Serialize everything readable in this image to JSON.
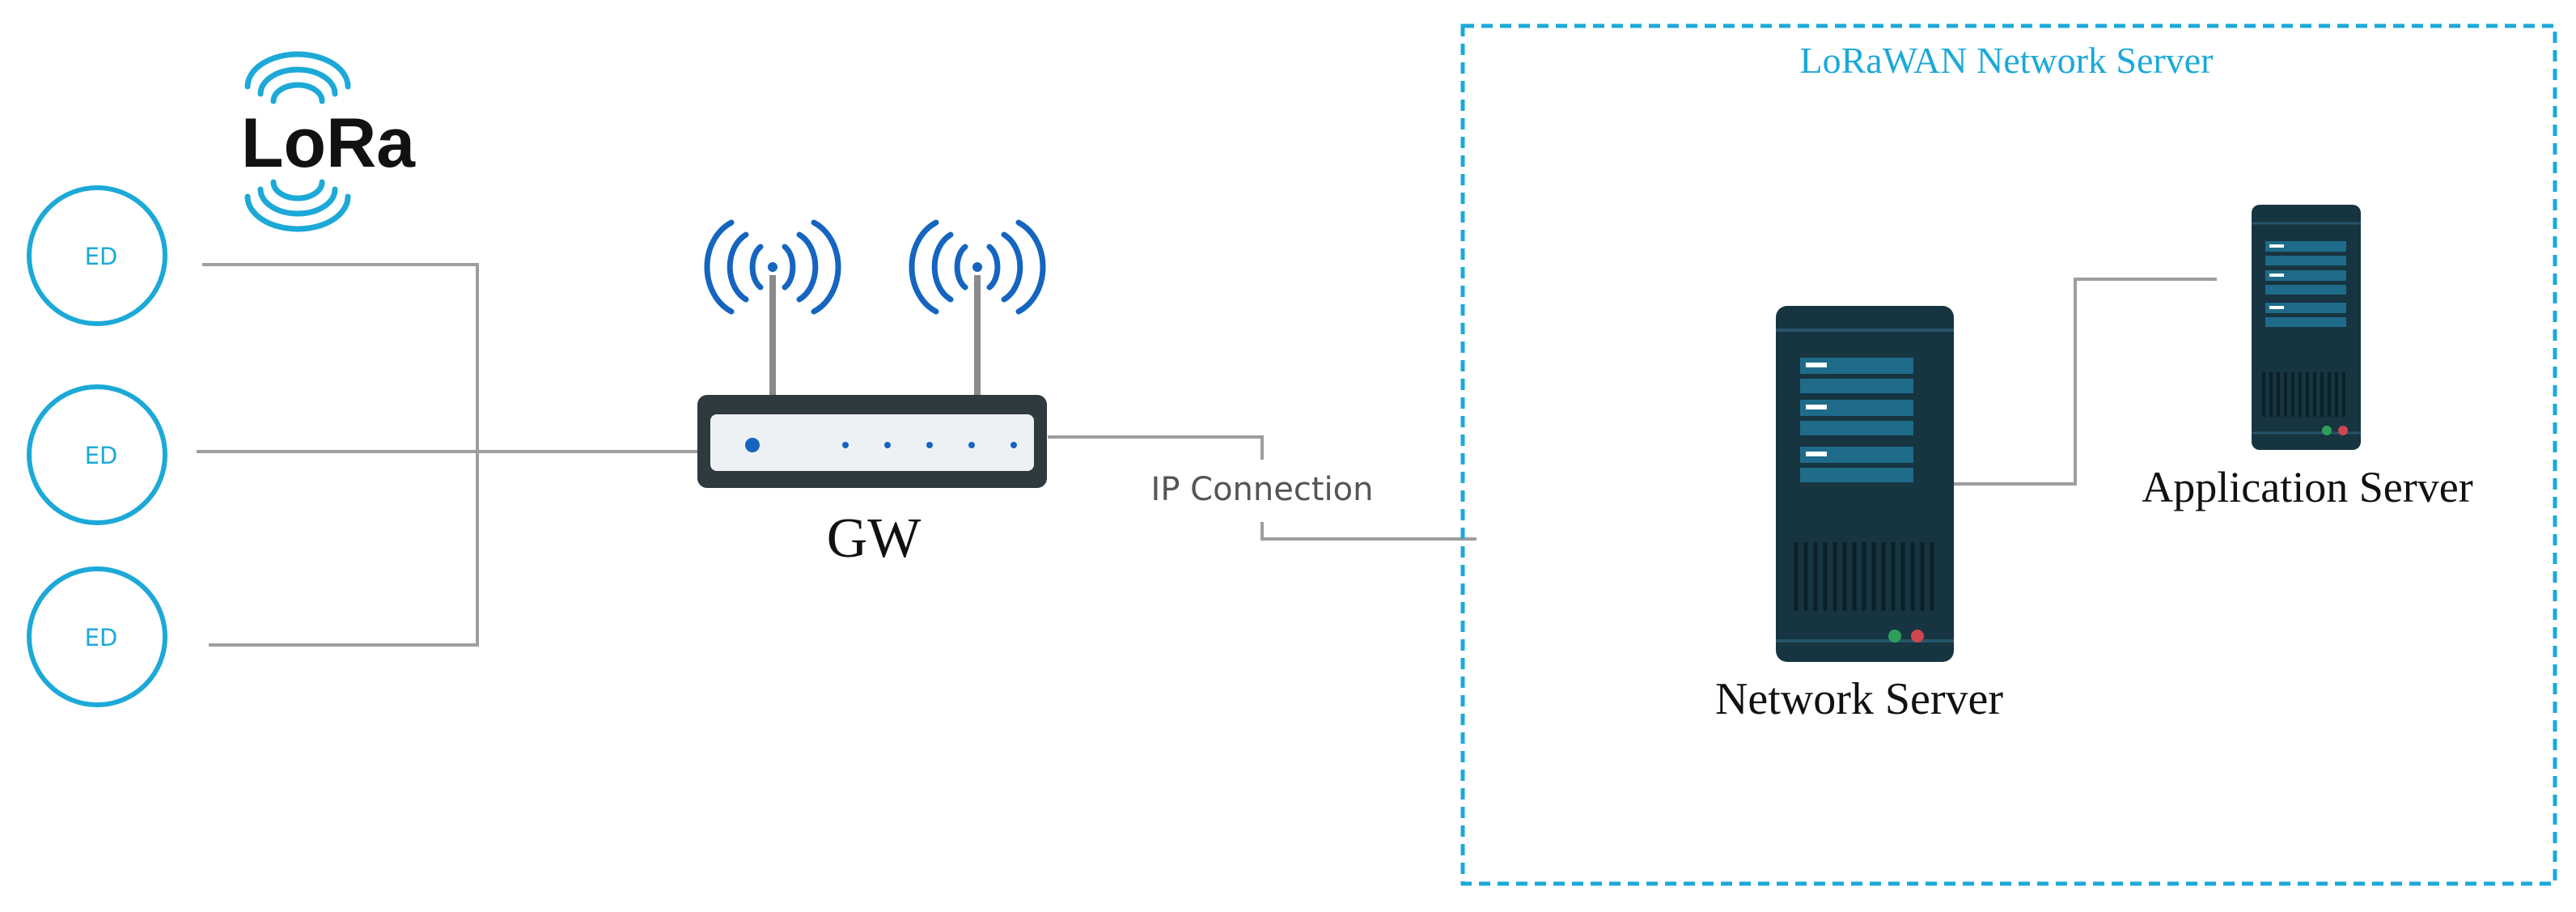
{
  "logo": {
    "text": "LoRa"
  },
  "end_devices": [
    {
      "label": "ED"
    },
    {
      "label": "ED"
    },
    {
      "label": "ED"
    }
  ],
  "gateway": {
    "label": "GW"
  },
  "connection": {
    "label": "IP Connection"
  },
  "lorawan_box": {
    "title": "LoRaWAN Network Server"
  },
  "network_server": {
    "label": "Network Server"
  },
  "application_server": {
    "label": "Application Server"
  },
  "colors": {
    "accent_blue": "#1ca9d8",
    "signal_blue": "#1565c0",
    "server_dark": "#163540",
    "server_panel": "#1f6b8a",
    "line_gray": "#9e9e9e",
    "router_body": "#2e3a3e"
  }
}
